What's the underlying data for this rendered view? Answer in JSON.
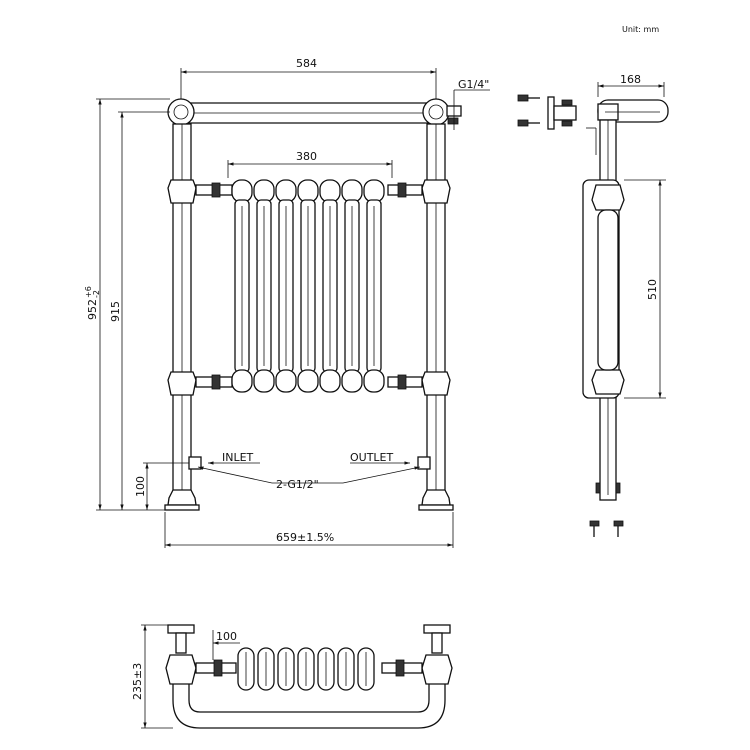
{
  "units_label": "Unit: mm",
  "front_view": {
    "top_width": "584",
    "valve_thread": "G1/4\"",
    "radiator_width": "380",
    "total_height": "952",
    "total_height_upper_tol": "+6",
    "total_height_lower_tol": "-2",
    "rail_height": "915",
    "inlet_label": "INLET",
    "outlet_label": "OUTLET",
    "connection_spec": "2-G1/2\"",
    "connection_height": "100",
    "overall_width": "659±1.5%"
  },
  "side_view": {
    "depth": "168",
    "radiator_height": "510"
  },
  "top_view": {
    "offset": "100",
    "depth": "235±3"
  }
}
